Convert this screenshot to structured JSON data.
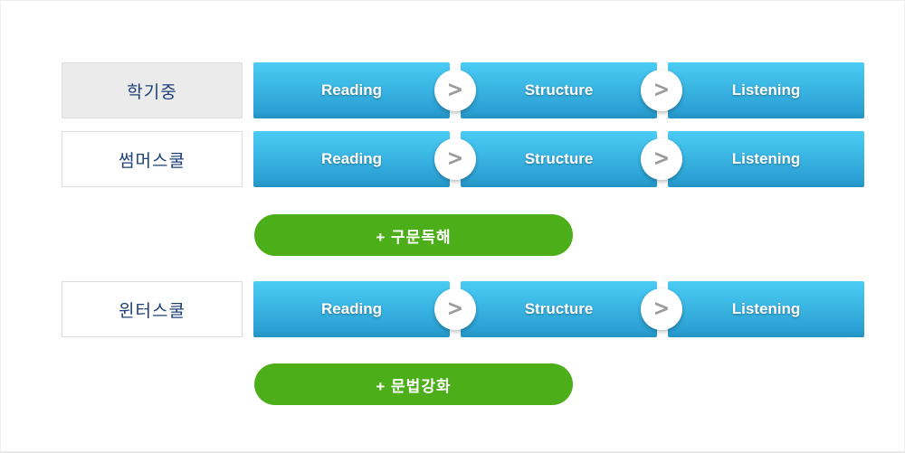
{
  "diagram": {
    "title": "curriculum-process-flow",
    "rows": [
      {
        "label": "학기중",
        "variant": "filled",
        "steps": [
          "Reading",
          "Structure",
          "Listening"
        ],
        "addon": null
      },
      {
        "label": "썸머스쿨",
        "variant": "outline",
        "steps": [
          "Reading",
          "Structure",
          "Listening"
        ],
        "addon": "+ 구문독해"
      },
      {
        "label": "윈터스쿨",
        "variant": "outline",
        "steps": [
          "Reading",
          "Structure",
          "Listening"
        ],
        "addon": "+ 문법강화"
      }
    ],
    "arrow_glyph": ">",
    "colors": {
      "bar_gradient_top": "#4accf4",
      "bar_gradient_bottom": "#2292c1",
      "addon_green": "#4caf1a",
      "label_text_navy": "#1c4078",
      "label_filled_bg": "#ebebeb",
      "label_border": "#dcdcdc",
      "chevron_gray": "#9b9b9b",
      "step_text": "#ffffff"
    }
  }
}
